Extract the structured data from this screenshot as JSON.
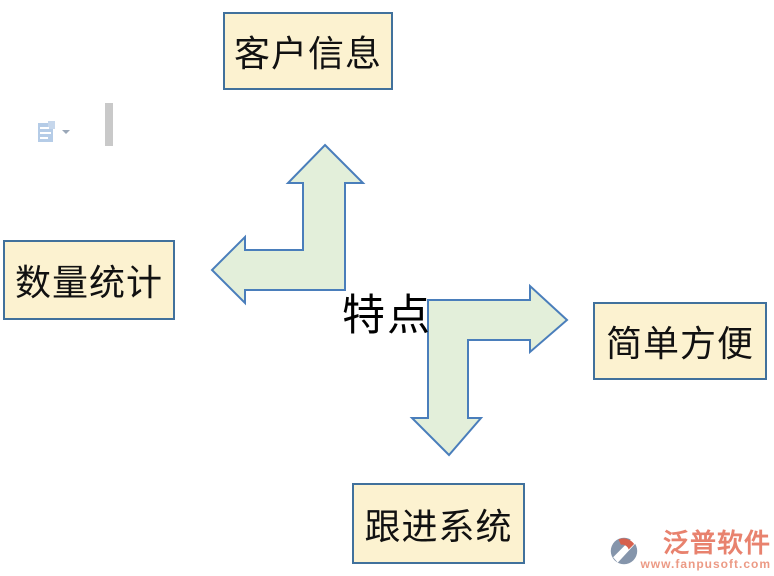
{
  "diagram": {
    "center_label": "特点",
    "nodes": [
      {
        "id": "top",
        "label": "客户信息"
      },
      {
        "id": "left",
        "label": "数量统计"
      },
      {
        "id": "right",
        "label": "简单方便"
      },
      {
        "id": "bottom",
        "label": "跟进系统"
      }
    ],
    "arrows": [
      {
        "name": "arrow-up-left",
        "from": "center",
        "to": [
          "top",
          "left"
        ]
      },
      {
        "name": "arrow-down-right",
        "from": "center",
        "to": [
          "right",
          "bottom"
        ]
      }
    ]
  },
  "colors": {
    "node_fill": "#FCF2D0",
    "node_border": "#41719C",
    "arrow_fill": "#E3EFDA",
    "arrow_border": "#4A7EBB",
    "watermark_brand": "#E8826E",
    "watermark_url": "#EC9A85",
    "logo_blue": "#8595AB",
    "logo_red": "#D6604D",
    "cursor_bar": "#C9C9C9"
  },
  "icons": {
    "paste_options": "paste-options-icon",
    "dropdown": "dropdown-arrow-icon",
    "logo": "fanpu-logo-icon"
  },
  "watermark": {
    "brand": "泛普软件",
    "url": "www.fanpusoft.com"
  }
}
